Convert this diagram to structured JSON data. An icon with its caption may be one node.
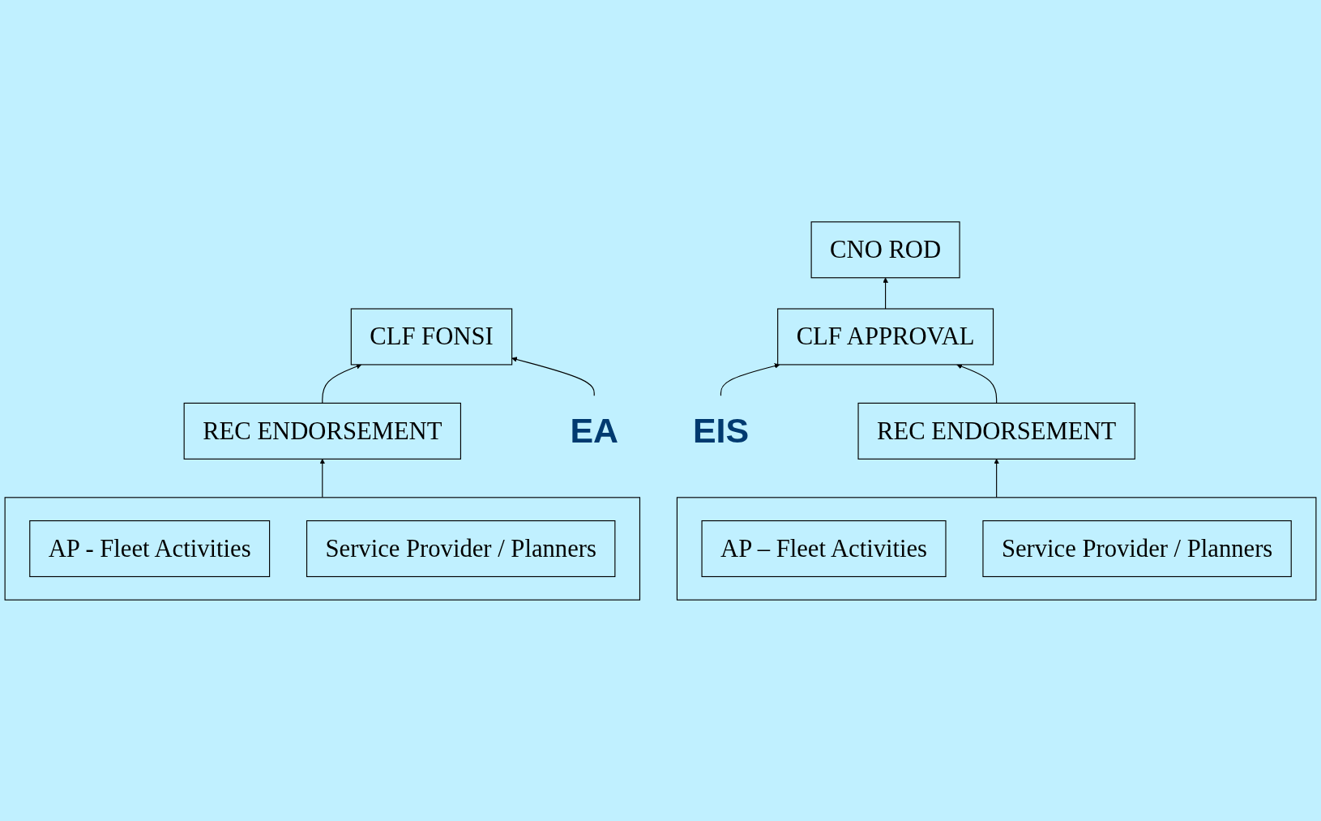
{
  "diagram": {
    "nodes": [
      {
        "text": [
          "CLF FONSI"
        ]
      },
      {
        "text": [
          "REC ENDORSEMENT"
        ]
      },
      {
        "text": [],
        "shape": "box"
      },
      {
        "text": [
          "AP - Fleet Activities"
        ],
        "in": 2
      },
      {
        "text": [
          "Service Provider / Planners"
        ],
        "in": 2
      },
      {
        "text": [
          "EA"
        ]
      },
      {
        "text": [
          "CNO ROD"
        ]
      },
      {
        "text": [
          "CLF APPROVAL"
        ]
      },
      {
        "text": [
          "REC ENDORSEMENT"
        ]
      },
      {
        "text": [],
        "shape": "box"
      },
      {
        "text": [
          "AP – Fleet Activities"
        ],
        "in": 9
      },
      {
        "text": [
          "Service Provider / Planners"
        ],
        "in": 9
      },
      {
        "text": [
          "EIS"
        ]
      }
    ],
    "edges": [
      {
        "from": 1,
        "to": 0,
        "arrow": "to"
      },
      {
        "from": 2,
        "to": 1,
        "arrow": "to"
      },
      {
        "from": 5,
        "to": 0,
        "arrow": "to"
      },
      {
        "from": 12,
        "to": 7,
        "arrow": "to"
      },
      {
        "from": 7,
        "to": 6,
        "arrow": "to"
      },
      {
        "from": 8,
        "to": 7,
        "arrow": "to"
      },
      {
        "from": 9,
        "to": 8,
        "arrow": "to"
      }
    ]
  }
}
